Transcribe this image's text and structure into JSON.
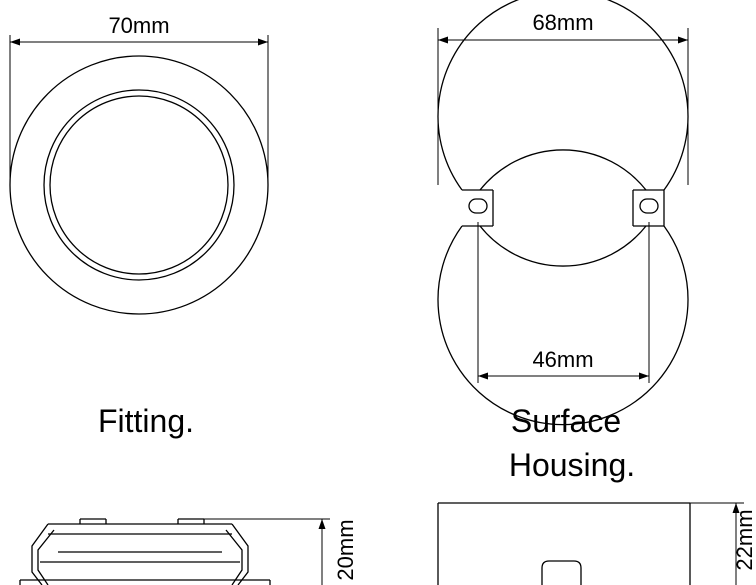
{
  "fitting": {
    "width_label": "70mm",
    "caption": "Fitting.",
    "side_height_label": "20mm"
  },
  "housing": {
    "width_label": "68mm",
    "slot_spacing_label": "46mm",
    "caption_line1": "Surface",
    "caption_line2": "Housing.",
    "side_height_label": "22mm"
  }
}
